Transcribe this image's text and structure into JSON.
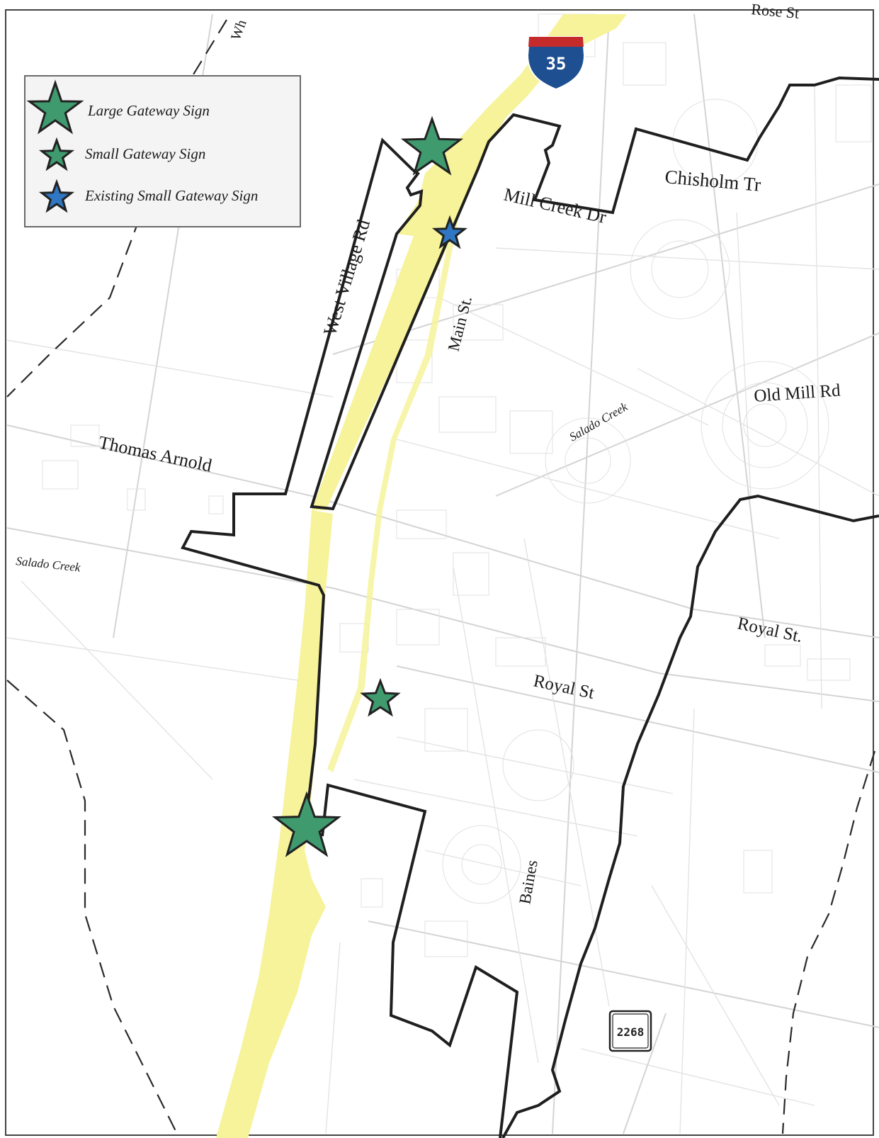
{
  "legend": {
    "items": [
      {
        "label": "Large Gateway Sign",
        "icon": "large-star-icon",
        "color": "#3f9a6e"
      },
      {
        "label": "Small Gateway Sign",
        "icon": "small-star-icon",
        "color": "#3f9a6e"
      },
      {
        "label": "Existing Small Gateway Sign",
        "icon": "existing-star-icon",
        "color": "#2f77c2"
      }
    ]
  },
  "streets": {
    "west_village": "West Village Rd",
    "main": "Main St.",
    "mill_creek": "Mill Creek Dr",
    "chisholm": "Chisholm Tr",
    "old_mill": "Old Mill Rd",
    "thomas_arnold": "Thomas Arnold",
    "royal_center": "Royal St",
    "royal_east": "Royal St.",
    "baines": "Baines",
    "rose": "Rose St",
    "wh": "Wh"
  },
  "water": {
    "salado_creek_center": "Salado Creek",
    "salado_creek_west": "Salado Creek"
  },
  "shields": {
    "interstate": "35",
    "farm_road": "2268"
  },
  "colors": {
    "corridor": "#f6f39a",
    "gateway_green": "#3f9a6e",
    "existing_blue": "#2f77c2",
    "boundary": "#1f1f1f",
    "interstate_blue": "#1d4f91",
    "interstate_red": "#c62b2b"
  }
}
